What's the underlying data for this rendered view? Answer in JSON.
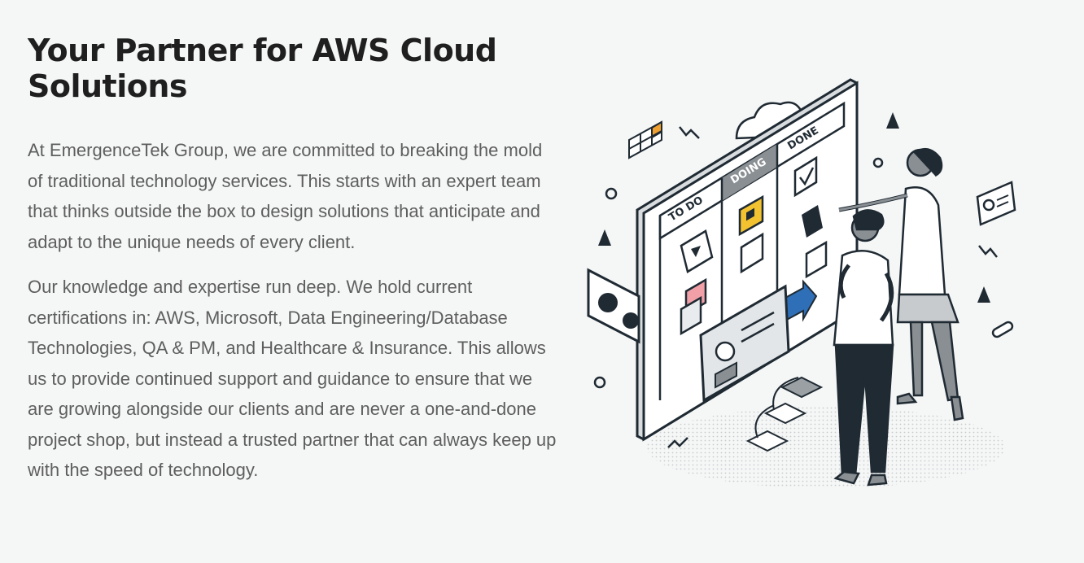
{
  "hero": {
    "title": "Your Partner for AWS Cloud Solutions",
    "paragraph_1": "At EmergenceTek Group, we are committed to breaking the mold of traditional technology services. This starts with an expert team that thinks outside the box to design solutions that anticipate and adapt to the unique needs of every client.",
    "paragraph_2": "Our knowledge and expertise run deep. We hold current certifications in: AWS, Microsoft, Data Engineering/Database Technologies, QA & PM, and Healthcare & Insurance. This allows us to provide continued support and guidance to ensure that we are growing alongside our clients and are never a one-and-done project shop, but instead a trusted partner that can always keep up with the speed of technology."
  },
  "illustration": {
    "board_columns": [
      "TO DO",
      "DOING",
      "DONE"
    ],
    "icons": [
      "kanban-board-icon",
      "cloud-icon",
      "people-icon"
    ],
    "colors": {
      "accent_yellow": "#f2c230",
      "accent_pink": "#f2a0a8",
      "accent_blue": "#2f6fb7",
      "accent_orange": "#f0a030",
      "ink": "#1f2a33"
    }
  }
}
